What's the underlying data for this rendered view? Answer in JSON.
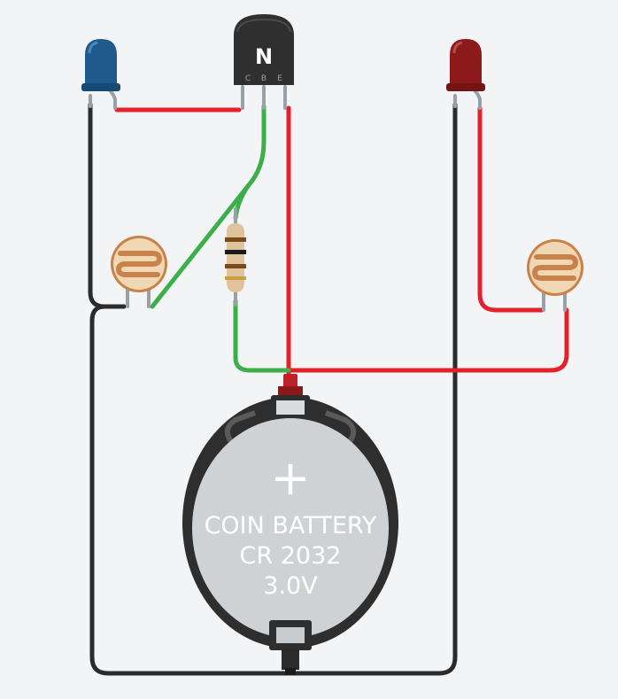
{
  "canvas": {
    "background": "#f3f4f6"
  },
  "colors": {
    "wire_red": "#e3202b",
    "wire_green": "#3cae4a",
    "wire_black": "#2b2b2b",
    "led_blue": "#1e5a8c",
    "led_red": "#8c1a1a",
    "transistor_body": "#2f2f2f",
    "battery_holder": "#2e2e2e",
    "battery_face": "#cfd2d5",
    "resistor_body": "#e0c39a",
    "photoresistor": "#c9824a"
  },
  "transistor": {
    "type_label": "N",
    "pins": [
      "C",
      "B",
      "E"
    ]
  },
  "battery": {
    "symbol": "+",
    "line1": "COIN BATTERY",
    "line2": "CR 2032",
    "line3": "3.0V"
  },
  "components": {
    "led_left": "blue-led-icon",
    "led_right": "red-led-icon",
    "ldr_left": "photoresistor-icon",
    "ldr_right": "photoresistor-icon",
    "resistor": "resistor-icon"
  }
}
